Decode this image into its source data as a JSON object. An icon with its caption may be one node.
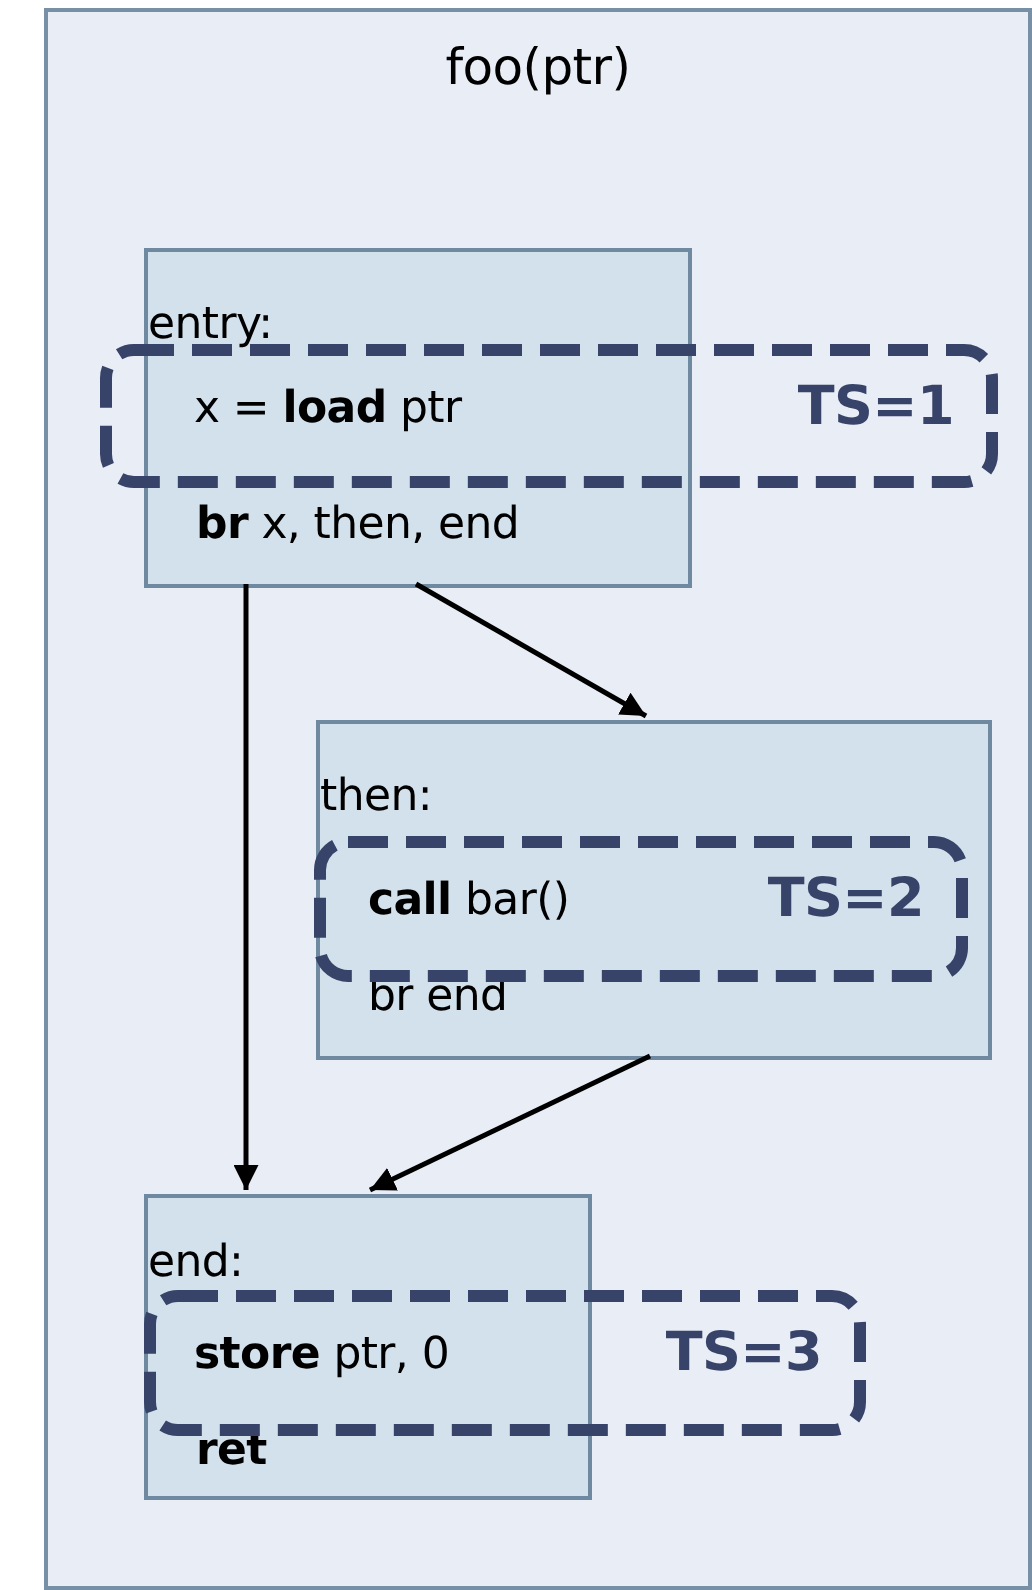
{
  "diagram": {
    "nodes": [
      {
        "text": [
          "foo(ptr)"
        ]
      },
      {
        "text": [
          "entry:",
          "**br** x, then, end"
        ],
        "in": 0
      },
      {
        "text": [
          "x = **load** ptr",
          "TS=1"
        ],
        "in": 0
      },
      {
        "text": [
          "then:",
          "br end"
        ],
        "in": 0
      },
      {
        "text": [
          "**call** bar()",
          "TS=2"
        ],
        "in": 3
      },
      {
        "text": [
          "end:",
          "ret"
        ],
        "in": 0
      },
      {
        "text": [
          "**store** ptr, 0",
          "TS=3"
        ],
        "in": 0
      }
    ],
    "edges": [
      {
        "from": 1,
        "to": 5,
        "arrow": "to"
      },
      {
        "from": 1,
        "to": 3,
        "arrow": "to"
      },
      {
        "from": 3,
        "to": 5,
        "arrow": "to"
      }
    ]
  }
}
